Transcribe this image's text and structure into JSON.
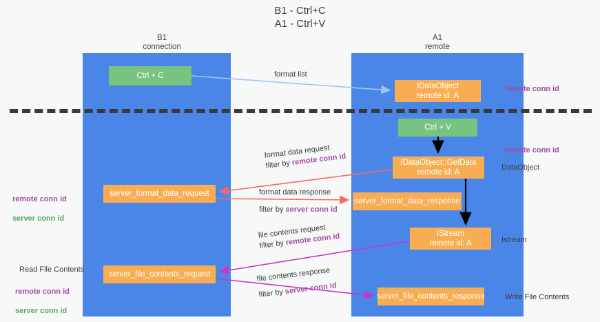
{
  "title": "B1 - Ctrl+C\nA1 - Ctrl+V",
  "lanes": {
    "left": {
      "header": "B1\nconnection",
      "color": "#4a86e8"
    },
    "right": {
      "header": "A1\nremote",
      "color": "#4a86e8"
    }
  },
  "colors": {
    "lane_blue": "#4a86e8",
    "node_green": "#78c37f",
    "node_orange": "#f9ad52",
    "purple_text": "#a64ca6",
    "green_text": "#58a65c",
    "divider": "#3a3a3a",
    "arrow_blue": "#9fc5f8",
    "arrow_red": "#f46b5d",
    "arrow_magenta": "#c737c7",
    "arrow_black": "#000000"
  },
  "nodes": {
    "ctrl_c": "Ctrl + C",
    "dataobject": "IDataObject\nremote id: A",
    "ctrl_v": "Ctrl + V",
    "getdata": "IDataObject::GetData\nremote id: A",
    "server_format_data_request": "server_format_data_request",
    "server_format_data_response": "server_format_data_response",
    "istream": "IStream\nremote id: A",
    "server_file_contents_request": "server_file_contents_request",
    "server_file_contents_response": "server_file_contents_response"
  },
  "edges": {
    "format_list": {
      "line1": "format list"
    },
    "format_data_request": {
      "line1": "format data request",
      "filter_prefix": "filter by ",
      "filter_key": "remote conn id"
    },
    "format_data_response": {
      "line1": "format data response",
      "filter_prefix": "filter by ",
      "filter_key": "server conn id"
    },
    "file_contents_request": {
      "line1": "file contents request",
      "filter_prefix": "filter by ",
      "filter_key": "remote conn id"
    },
    "file_contents_response": {
      "line1": "file contents response",
      "filter_prefix": "filter by ",
      "filter_key": "server conn id"
    }
  },
  "annotations": {
    "remote_conn_id_top": "remote conn id",
    "remote_conn_id_mid": "remote conn id",
    "dataobject_label": "DataObject",
    "istream_label": "Istream",
    "write_file_contents": "Write File Contents",
    "read_file_contents": "Read File Contents",
    "left_mid_remote": "remote conn id",
    "left_mid_server": "server conn id",
    "left_bot_remote": "remote conn id",
    "left_bot_server": "server conn id"
  }
}
